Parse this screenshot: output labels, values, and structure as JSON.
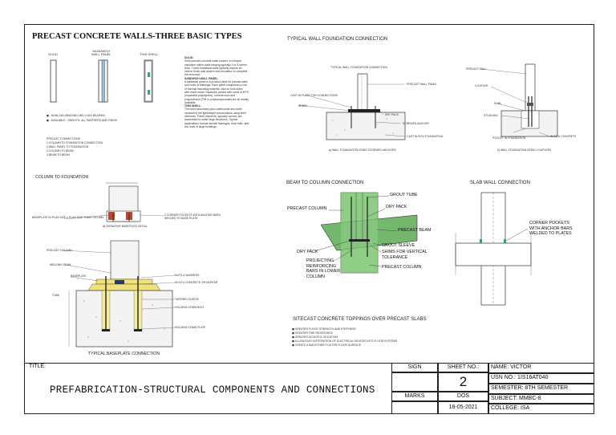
{
  "main_title": "PRECAST CONCRETE WALLS-THREE BASIC TYPES",
  "wall_types": {
    "solid": "SOLID",
    "sandwich": "SANDWICH\nWALL PANEL",
    "thin_shell": "THIN SHELL"
  },
  "wall_notes": [
    "◼ - NONLOAD BEARING AND LOAD BEARING",
    "◼ - AVAILABLE - SMOOTH, ALL PANTHERS AND FINISH"
  ],
  "connection_list": [
    "PRECAST CONNECTIONS",
    "1.COLUMN TO FOUNDATION CONNECTION",
    "2.WALL PANEL TO FOUNDATION",
    "3.COLUMN TO BEAM",
    "4.BEAM TO BEAM"
  ],
  "description": [
    "SOLID:",
    "Solid precast concrete walls contain no integral",
    "insulation within walls ranging typically 4 to 8 inches",
    "thick. These traditional walls typically require an",
    "interior finish wall system with insulation to complete",
    "the envelope.",
    "SANDWICH WALL PANEL:",
    "A sandwich panel is a product used for precast walls",
    "and roofs of buildings. Each panel comprises a core",
    "of thermal insulating material, clad on both sides",
    "with sheet metal. Sandwich panels with cores of EPS",
    "(expanded polystyrene), mineral wool and",
    "polyurethane (PIR or polyisocyanurate) are all readily",
    "available.",
    "THIN SHELL:",
    "Thin shell structures (also called plate and shell",
    "structures) are lightweight constructions using shell",
    "elements. These elements, typically curved, are",
    "assembled to make large structures. Typical",
    "applications include aircraft fuselages, boat hulls, and",
    "the roofs of large buildings."
  ],
  "typical_wall": {
    "title": "TYPICAL WALL FOUNDATION CONNECTION",
    "left": {
      "heading": "TYPICAL WALL FOUNDATION CONNECTION",
      "labels": [
        "CAST IN PLATE FOR CONNECTIONS",
        "SHIMS",
        "PRECAST WALL PANEL",
        "DRY PACK",
        "SCREWED ANCHOR",
        "CAST IN SITU FOUNDATION"
      ],
      "caption": "a)   WALL FOUNDATION USING SCREWED ANCHORS"
    },
    "right": {
      "labels": [
        "PRECAST WALL",
        "COUPLER",
        "SHIM",
        "STUDDING",
        "POCKET IN FOUNDATION",
        "IN-SITU CONCRETE"
      ],
      "caption": "b)   WALL FOUNDATION USING COUPLERS"
    }
  },
  "column_foundation": {
    "title": "COLUMN TO FOUNDATION",
    "labels": [
      "BASEPLATE IN PLAN SIZE ≥ PLAN SIZE THAN COLUMN",
      "3 CORNER POCKETS WITH ANCHOR BARS WELDED TO BASE PLATE",
      "ALTERNATIVE BASEPLATE DETAIL",
      "PRECAST COLUMN",
      "WELDING SEAM",
      "BASEPLATE",
      "NUTS & WASHERS",
      "IN SITU CONCRETE OR MORTAR",
      "TUBE",
      "TAPERED SLEEVE",
      "HOLDING DOWN BOLT",
      "HOLDING DOWN PLATE"
    ],
    "caption": "TYPICAL BASEPLATE CONNECTION"
  },
  "beam_column": {
    "title": "BEAM TO COLUMN CONNECTION",
    "labels": [
      "GROUT TUBE",
      "PRECAST COLUMN",
      "DRY PACK",
      "PRECAST BEAM",
      "GROUT SLEEVE",
      "SHIMS FOR VERTICAL TOLERANCE",
      "DRY PACK",
      "PROJECTING REINFORCING BARS IN LOWER COLUMN",
      "PRECAST COLUMN"
    ]
  },
  "slab_wall": {
    "title": "SLAB WALL CONNECTION",
    "labels": [
      "CORNER POCKETS WITH ANCHOR BARS WELDED TO PLATES"
    ]
  },
  "toppings": {
    "title": "SITECAST CONCRETE TOPPINGS OVER PRECAST SLABS",
    "items": [
      "◼ GREATER FLOOR STRENGTH AND STIFFNESS",
      "◼ GREATER FIRE RESISTANCE",
      "◼ GREATER ACOUSTIC ISOLATION",
      "◼ ALLOW EASY INTEGRATION OF ELECTRICAL DEVICES INTO FLOOR SYSTEMS",
      "◼ CREATE A SMOOTHER FLATTER FLOOR SURFACE"
    ]
  },
  "title_block": {
    "title_label": "TITLE:",
    "drawing_title": "PREFABRICATION-STRUCTURAL COMPONENTS AND CONNECTIONS",
    "sign_label": "SIGN",
    "sheet_no_label": "SHEET NO.:",
    "sheet_no": "2",
    "marks_label": "MARKS",
    "dos_label": "DOS",
    "date": "18-05-2021",
    "name": "NAME: VICTOR",
    "usn": "USN NO.: 1IS16AT040",
    "semester": "SEMESTER: 8TH SEMESTER",
    "subject": "SUBJECT: MMBC-8",
    "college": "COLLEGE: ISA"
  }
}
